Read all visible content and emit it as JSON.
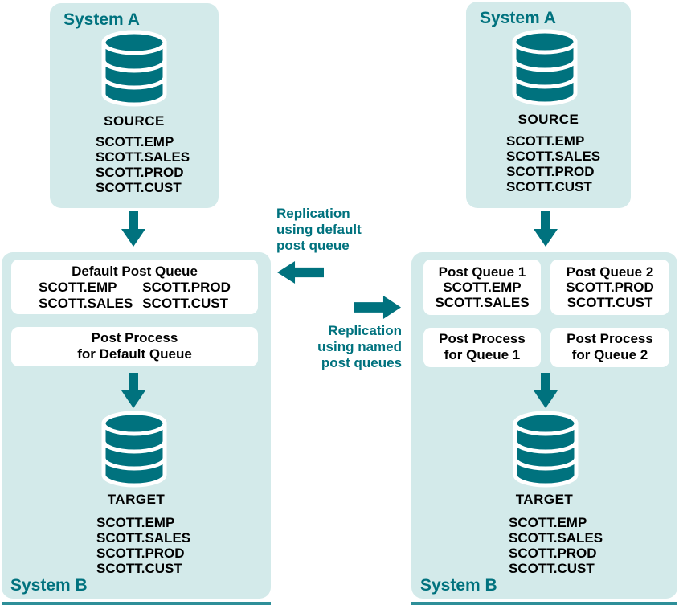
{
  "colors": {
    "teal": "#00727E",
    "panel_background": "#D3EAEA",
    "box_background": "#FFFFFF",
    "text_black": "#000000",
    "bottom_rule": "#2E8F99"
  },
  "panels": {
    "system_a_left": {
      "title": "System A",
      "db_label": "SOURCE",
      "tables": [
        "SCOTT.EMP",
        "SCOTT.SALES",
        "SCOTT.PROD",
        "SCOTT.CUST"
      ]
    },
    "system_a_right": {
      "title": "System A",
      "db_label": "SOURCE",
      "tables": [
        "SCOTT.EMP",
        "SCOTT.SALES",
        "SCOTT.PROD",
        "SCOTT.CUST"
      ]
    },
    "system_b_left": {
      "title": "System B",
      "default_queue": {
        "title": "Default Post Queue",
        "col1": [
          "SCOTT.EMP",
          "SCOTT.SALES"
        ],
        "col2": [
          "SCOTT.PROD",
          "SCOTT.CUST"
        ]
      },
      "process": {
        "lines": [
          "Post Process",
          "for Default Queue"
        ]
      },
      "db_label": "TARGET",
      "tables": [
        "SCOTT.EMP",
        "SCOTT.SALES",
        "SCOTT.PROD",
        "SCOTT.CUST"
      ]
    },
    "system_b_right": {
      "title": "System B",
      "queue1": {
        "title": "Post Queue 1",
        "tables": [
          "SCOTT.EMP",
          "SCOTT.SALES"
        ]
      },
      "queue2": {
        "title": "Post Queue 2",
        "tables": [
          "SCOTT.PROD",
          "SCOTT.CUST"
        ]
      },
      "process1": {
        "lines": [
          "Post Process",
          "for Queue 1"
        ]
      },
      "process2": {
        "lines": [
          "Post Process",
          "for Queue 2"
        ]
      },
      "db_label": "TARGET",
      "tables": [
        "SCOTT.EMP",
        "SCOTT.SALES",
        "SCOTT.PROD",
        "SCOTT.CUST"
      ]
    }
  },
  "annotations": {
    "replication_default": {
      "lines": [
        "Replication",
        "using default",
        "post queue"
      ]
    },
    "replication_named": {
      "lines": [
        "Replication",
        "using named",
        "post queues"
      ]
    }
  }
}
